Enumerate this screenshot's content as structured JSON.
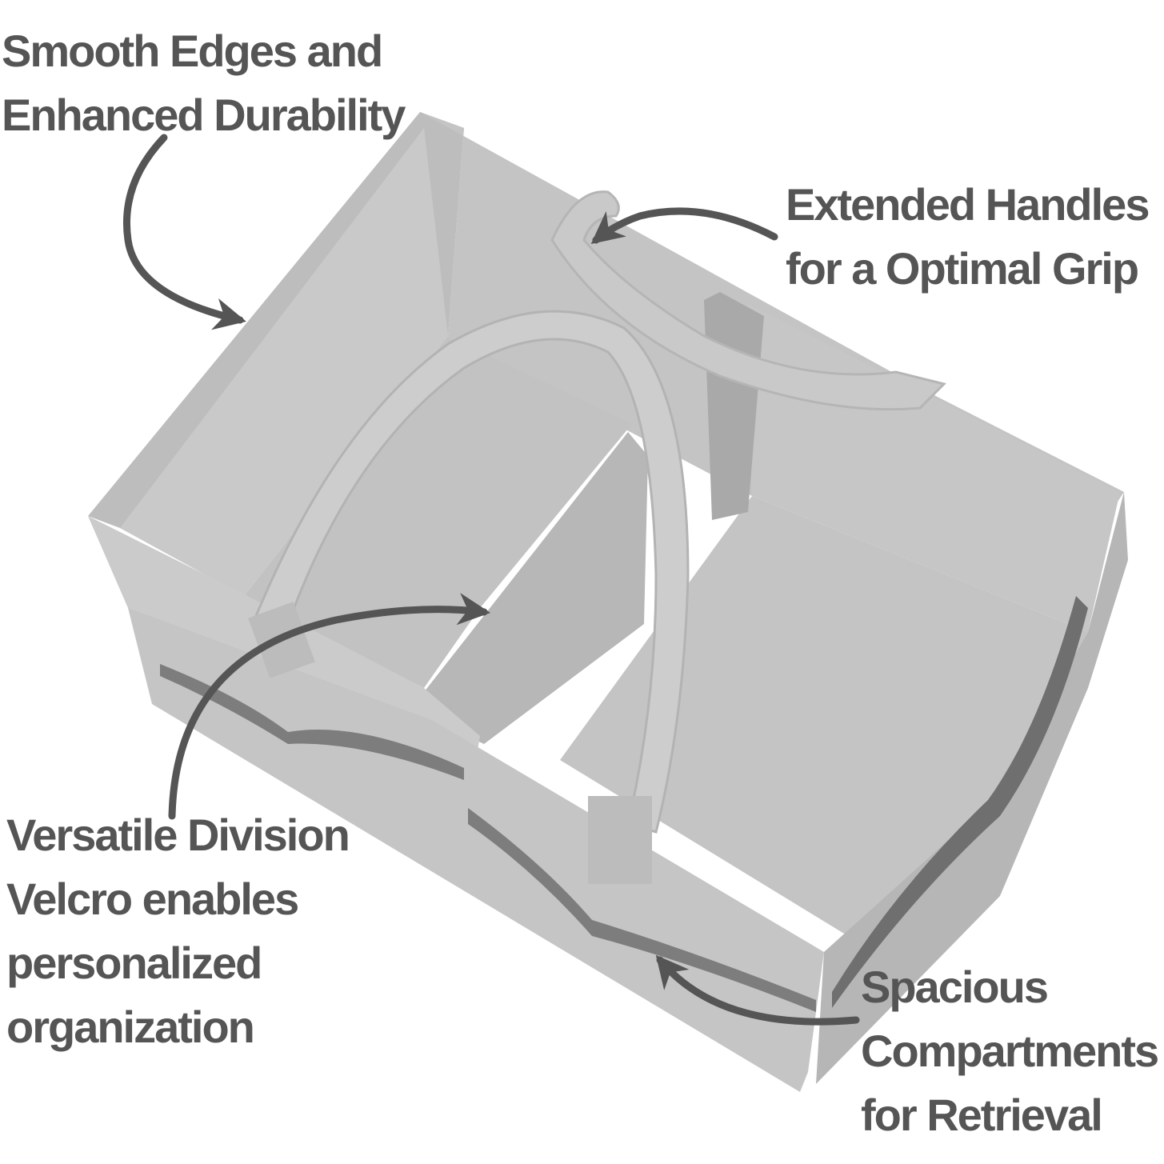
{
  "callouts": {
    "durability": {
      "line1": "Smooth Edges and",
      "line2": "Enhanced Durability"
    },
    "handles": {
      "line1": "Extended Handles",
      "line2": "for a Optimal Grip"
    },
    "division": {
      "line1": "Versatile Division",
      "line2": "Velcro enables",
      "line3": "personalized",
      "line4": "organization"
    },
    "compartments": {
      "line1": "Spacious",
      "line2": "Compartments",
      "line3": "for Retrieval"
    }
  },
  "colors": {
    "text": "#555555",
    "arrow": "#555555",
    "felt_light": "#cdcdcd",
    "felt_mid": "#b9b9b9",
    "felt_dark": "#a3a3a3",
    "felt_floor": "#c2c2c2",
    "pocket_shadow": "#7d7d7d"
  },
  "icons": {
    "arrow": "curved-arrow-icon"
  }
}
